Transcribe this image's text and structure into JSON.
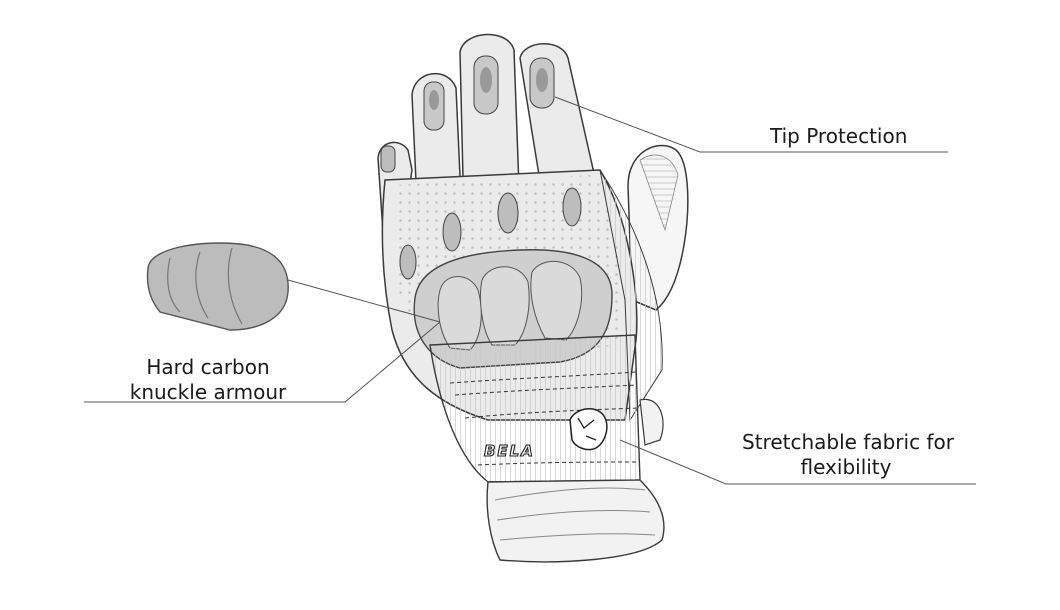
{
  "callouts": {
    "tip_protection": "Tip Protection",
    "knuckle_line1": "Hard carbon",
    "knuckle_line2": "knuckle armour",
    "stretch_line1": "Stretchable fabric for",
    "stretch_line2": "flexibility"
  },
  "brand": {
    "logo_text": "BELA",
    "mascot_icon": "panther-head-icon"
  },
  "colors": {
    "glove_fill": "#ebebeb",
    "armour_fill": "#cfcfcf",
    "outline": "#3a3a3a",
    "leader_line": "#555555"
  }
}
